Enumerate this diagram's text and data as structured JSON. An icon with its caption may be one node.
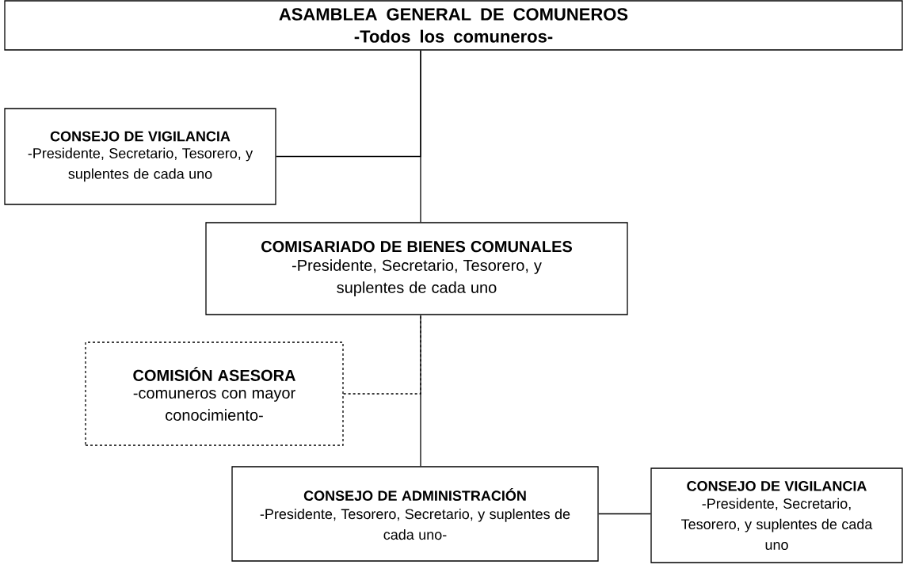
{
  "diagram": {
    "nodes": [
      {
        "text": [
          "ASAMBLEA GENERAL DE COMUNEROS",
          "-Todos los comuneros-"
        ]
      },
      {
        "text": [
          "CONSEJO DE VIGILANCIA",
          "-Presidente, Secretario, Tesorero, y suplentes de cada uno"
        ]
      },
      {
        "text": [
          "COMISARIADO DE BIENES COMUNALES",
          "-Presidente, Secretario, Tesorero, y suplentes de cada uno"
        ]
      },
      {
        "text": [
          "COMISIÓN ASESORA",
          "-comuneros con mayor conocimiento-"
        ]
      },
      {
        "text": [
          "CONSEJO DE ADMINISTRACIÓN",
          "-Presidente, Tesorero, Secretario, y suplentes de cada uno-"
        ]
      },
      {
        "text": [
          "CONSEJO DE VIGILANCIA",
          "-Presidente, Secretario, Tesorero, y suplentes de cada uno"
        ]
      }
    ],
    "edges": [
      {
        "from": 0,
        "to": 2,
        "arrow": "none"
      },
      {
        "from": 1,
        "to": 0,
        "arrow": "none"
      },
      {
        "from": 2,
        "to": 4,
        "arrow": "none"
      },
      {
        "from": 3,
        "to": 2,
        "arrow": "none",
        "style": "dashed"
      },
      {
        "from": 4,
        "to": 5,
        "arrow": "none"
      }
    ]
  }
}
